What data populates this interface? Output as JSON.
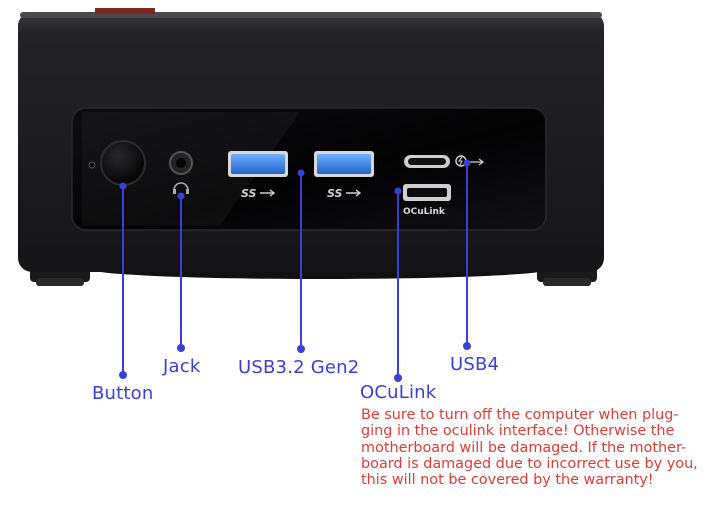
{
  "labels": {
    "button": "Button",
    "jack": "Jack",
    "usb32": "USB3.2 Gen2",
    "oculink": "OCuLink",
    "usb4": "USB4"
  },
  "port_marks": {
    "ss_logo_left": "SS",
    "ss_logo_right": "SS",
    "oculink_port": "OCuLink"
  },
  "warning": {
    "lines": [
      "Be sure to turn off the computer when plug-",
      "ging in the oculink interface! Otherwise the",
      "motherboard will be damaged. If the mother-",
      "board is damaged due to incorrect use by you,",
      "this will not be covered by the warranty!"
    ]
  },
  "colors": {
    "callout": "#3a3fd6",
    "warning": "#e23b34",
    "chassis": "#1c1c1e",
    "panel": "#050506",
    "usb_blue": "#2f7fe0"
  }
}
